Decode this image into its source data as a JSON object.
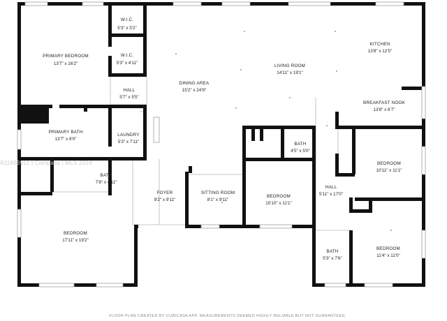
{
  "rooms": [
    {
      "id": "wic1",
      "name": "W.I.C.",
      "dims": "5'3\" x 5'2\""
    },
    {
      "id": "wic2",
      "name": "W.I.C.",
      "dims": "5'3\" x 4'11\""
    },
    {
      "id": "primary_bedroom",
      "name": "PRIMARY BEDROOM",
      "dims": "13'7\" x 16'2\""
    },
    {
      "id": "hall1",
      "name": "HALL",
      "dims": "5'7\" x 5'5\""
    },
    {
      "id": "dining",
      "name": "DINING AREA",
      "dims": "15'2\" x 24'9\""
    },
    {
      "id": "living",
      "name": "LIVING ROOM",
      "dims": "14'11\" x 19'1\""
    },
    {
      "id": "kitchen",
      "name": "KITCHEN",
      "dims": "13'8\" x 12'5\""
    },
    {
      "id": "breakfast",
      "name": "BREAKFAST NOOK",
      "dims": "13'8\" x 6'7\""
    },
    {
      "id": "primary_bath",
      "name": "PRIMARY BATH",
      "dims": "13'7\" x 8'0\""
    },
    {
      "id": "laundry",
      "name": "LAUNDRY",
      "dims": "5'3\" x 7'11\""
    },
    {
      "id": "bath_small",
      "name": "BATH",
      "dims": "4'5\" x 5'0\""
    },
    {
      "id": "bedroom_e",
      "name": "BEDROOM",
      "dims": "10'11\" x 11'1\""
    },
    {
      "id": "bath_w",
      "name": "BATH",
      "dims": "7'8\" x 4'11\""
    },
    {
      "id": "hall2",
      "name": "HALL",
      "dims": "5'11\" x 17'0\""
    },
    {
      "id": "foyer",
      "name": "FOYER",
      "dims": "9'2\" x 9'11\""
    },
    {
      "id": "sitting",
      "name": "SITTING ROOM",
      "dims": "8'1\" x 9'11\""
    },
    {
      "id": "bedroom_c",
      "name": "BEDROOM",
      "dims": "10'10\" x 11'1\""
    },
    {
      "id": "bedroom_sw",
      "name": "BEDROOM",
      "dims": "17'11\" x 19'2\""
    },
    {
      "id": "bath_se",
      "name": "BATH",
      "dims": "5'3\" x 7'6\""
    },
    {
      "id": "bedroom_se",
      "name": "BEDROOM",
      "dims": "11'4\" x 11'0\""
    }
  ],
  "watermark": "A11806911 | Compass | MLS 2024",
  "footer": "FLOOR PLAN CREATED BY CUBICASA APP. MEASUREMENTS DEEMED HIGHLY RELIABLE BUT NOT GUARANTEED."
}
